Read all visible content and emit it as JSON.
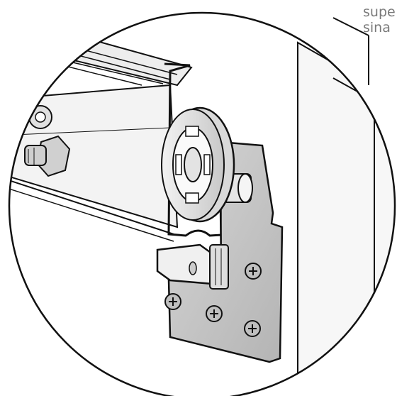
{
  "caption": {
    "line1": "supe",
    "line2": "sina"
  },
  "colors": {
    "outline": "#111111",
    "plate": "#c9c9c9",
    "plate_dark": "#9a9a9a",
    "rail": "#e8e8e8",
    "shadow": "#bdbdbd",
    "caption_text": "#7a7a7a"
  },
  "icons": {
    "detail_circle": "magnified-detail-circle",
    "screw": "phillips-screw-icon",
    "nut": "hex-nut-icon",
    "wheel": "roller-wheel-icon"
  }
}
